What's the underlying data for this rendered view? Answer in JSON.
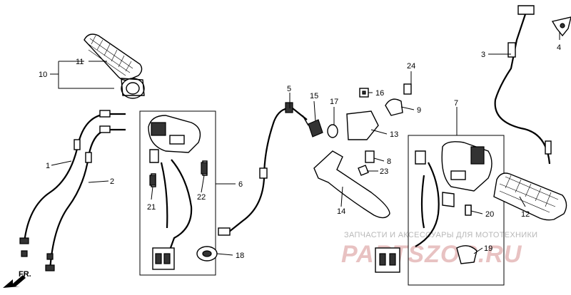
{
  "diagram": {
    "callouts": [
      {
        "id": "c1",
        "text": "1"
      },
      {
        "id": "c2",
        "text": "2"
      },
      {
        "id": "c3",
        "text": "3"
      },
      {
        "id": "c4",
        "text": "4"
      },
      {
        "id": "c5",
        "text": "5"
      },
      {
        "id": "c6",
        "text": "6"
      },
      {
        "id": "c7",
        "text": "7"
      },
      {
        "id": "c8",
        "text": "8"
      },
      {
        "id": "c9",
        "text": "9"
      },
      {
        "id": "c10",
        "text": "10"
      },
      {
        "id": "c11",
        "text": "11"
      },
      {
        "id": "c12",
        "text": "12"
      },
      {
        "id": "c13",
        "text": "13"
      },
      {
        "id": "c14",
        "text": "14"
      },
      {
        "id": "c15",
        "text": "15"
      },
      {
        "id": "c16",
        "text": "16"
      },
      {
        "id": "c17",
        "text": "17"
      },
      {
        "id": "c18",
        "text": "18"
      },
      {
        "id": "c19",
        "text": "19"
      },
      {
        "id": "c20",
        "text": "20"
      },
      {
        "id": "c21",
        "text": "21"
      },
      {
        "id": "c22",
        "text": "22"
      },
      {
        "id": "c23",
        "text": "23"
      },
      {
        "id": "c24",
        "text": "24"
      }
    ],
    "direction_label": "FR.",
    "watermark_caption": "ЗАПЧАСТИ И АКСЕССУАРЫ ДЛЯ МОТОТЕХНИКИ",
    "watermark_logo": "PARTSZOR.RU",
    "colors": {
      "ink": "#000000",
      "watermark_text": "#b8b8b8",
      "watermark_logo": "#e8c2c2"
    }
  }
}
